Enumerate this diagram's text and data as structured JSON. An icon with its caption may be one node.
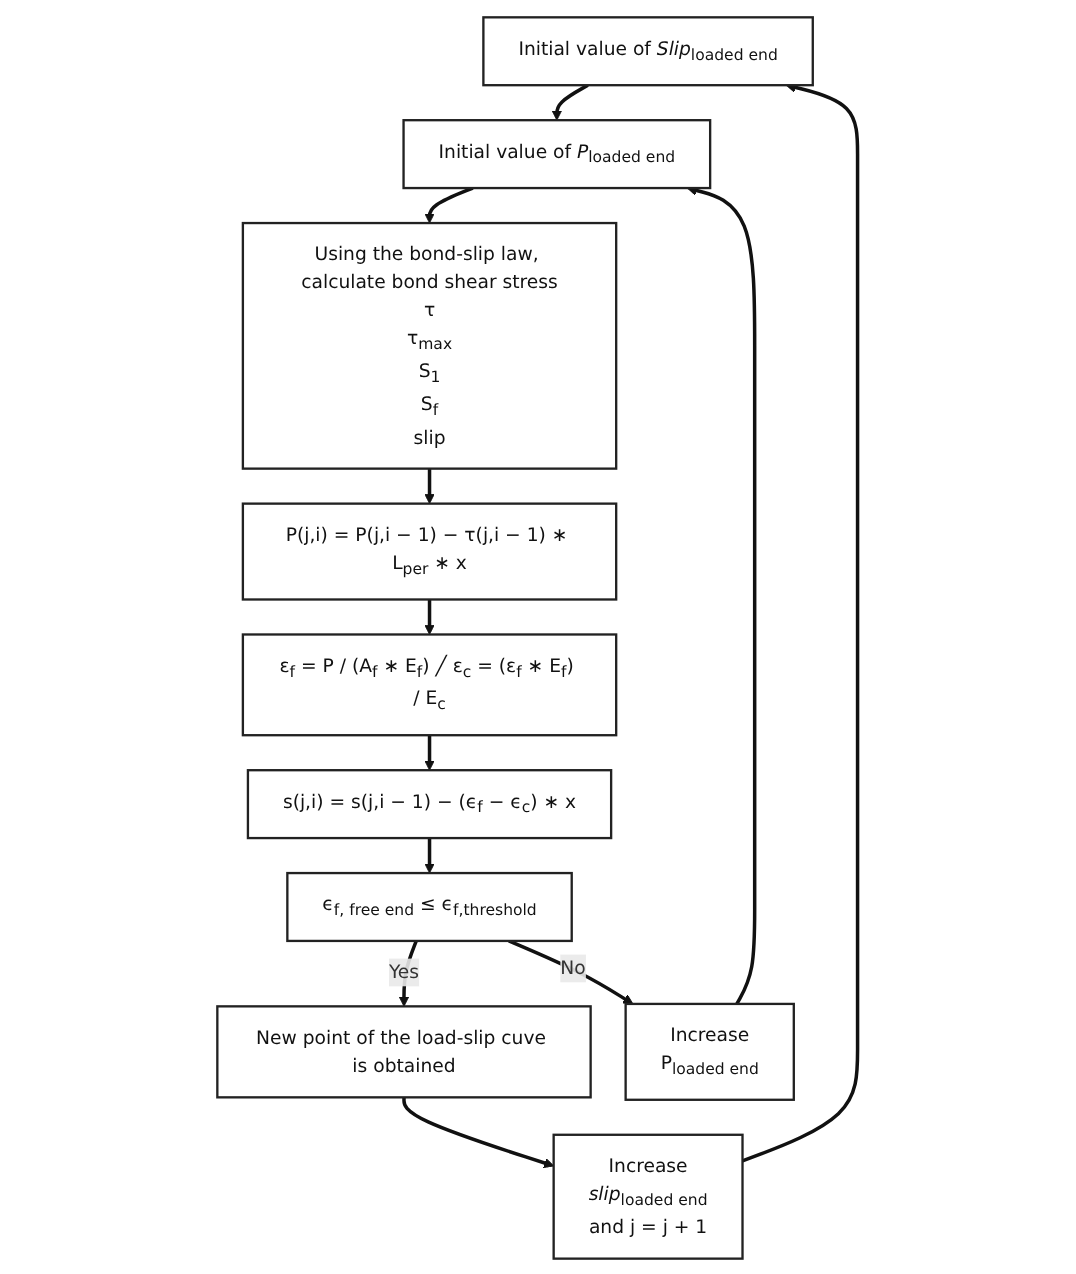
{
  "diagram": {
    "nodes": [
      {
        "text": [
          "Initial value of *Slip*$_{loaded end}$"
        ]
      },
      {
        "text": [
          "Initial value of *P*$_{loaded end}$"
        ]
      },
      {
        "text": [
          "Using the bond-slip law, calculate bond shear stress",
          "τ",
          "τ$_{max}$",
          "S$_{1}$",
          "S$_{f}$",
          "slip"
        ]
      },
      {
        "text": [
          "P(j,i) = P(j,i − 1) − τ(j,i − 1) ∗ L$_{per}$ ∗ x"
        ]
      },
      {
        "text": [
          "ε$_{f}$ = P / (A$_{f}$ ∗ E$_{f}$) ╱ ε$_{c}$ = (ε$_{f}$ ∗ E$_{f}$) / E$_{c}$"
        ]
      },
      {
        "text": [
          "s(j,i) = s(j,i − 1) − (ϵ$_{f}$ − ϵ$_{c}$) ∗ x"
        ]
      },
      {
        "text": [
          "ϵ$_{f, free end}$ ≤ ϵ$_{f,threshold}$"
        ]
      },
      {
        "text": [
          "New point of the load-slip cuve is obtained"
        ]
      },
      {
        "text": [
          "Increase",
          "P$_{loaded end}$"
        ]
      },
      {
        "text": [
          "Increase",
          "*slip*$_{loaded end}$",
          "and j = j + 1"
        ]
      }
    ],
    "edges": [
      {
        "from": 0,
        "to": 1,
        "arrow": "to"
      },
      {
        "from": 1,
        "to": 2,
        "arrow": "to"
      },
      {
        "from": 2,
        "to": 3,
        "arrow": "to"
      },
      {
        "from": 3,
        "to": 4,
        "arrow": "to"
      },
      {
        "from": 4,
        "to": 5,
        "arrow": "to"
      },
      {
        "from": 5,
        "to": 6,
        "arrow": "to"
      },
      {
        "from": 6,
        "to": 7,
        "label": "Yes",
        "arrow": "to"
      },
      {
        "from": 6,
        "to": 8,
        "label": "No",
        "arrow": "to"
      },
      {
        "from": 8,
        "to": 1,
        "arrow": "to"
      },
      {
        "from": 7,
        "to": 9,
        "arrow": "to"
      },
      {
        "from": 9,
        "to": 0,
        "arrow": "to"
      }
    ]
  }
}
